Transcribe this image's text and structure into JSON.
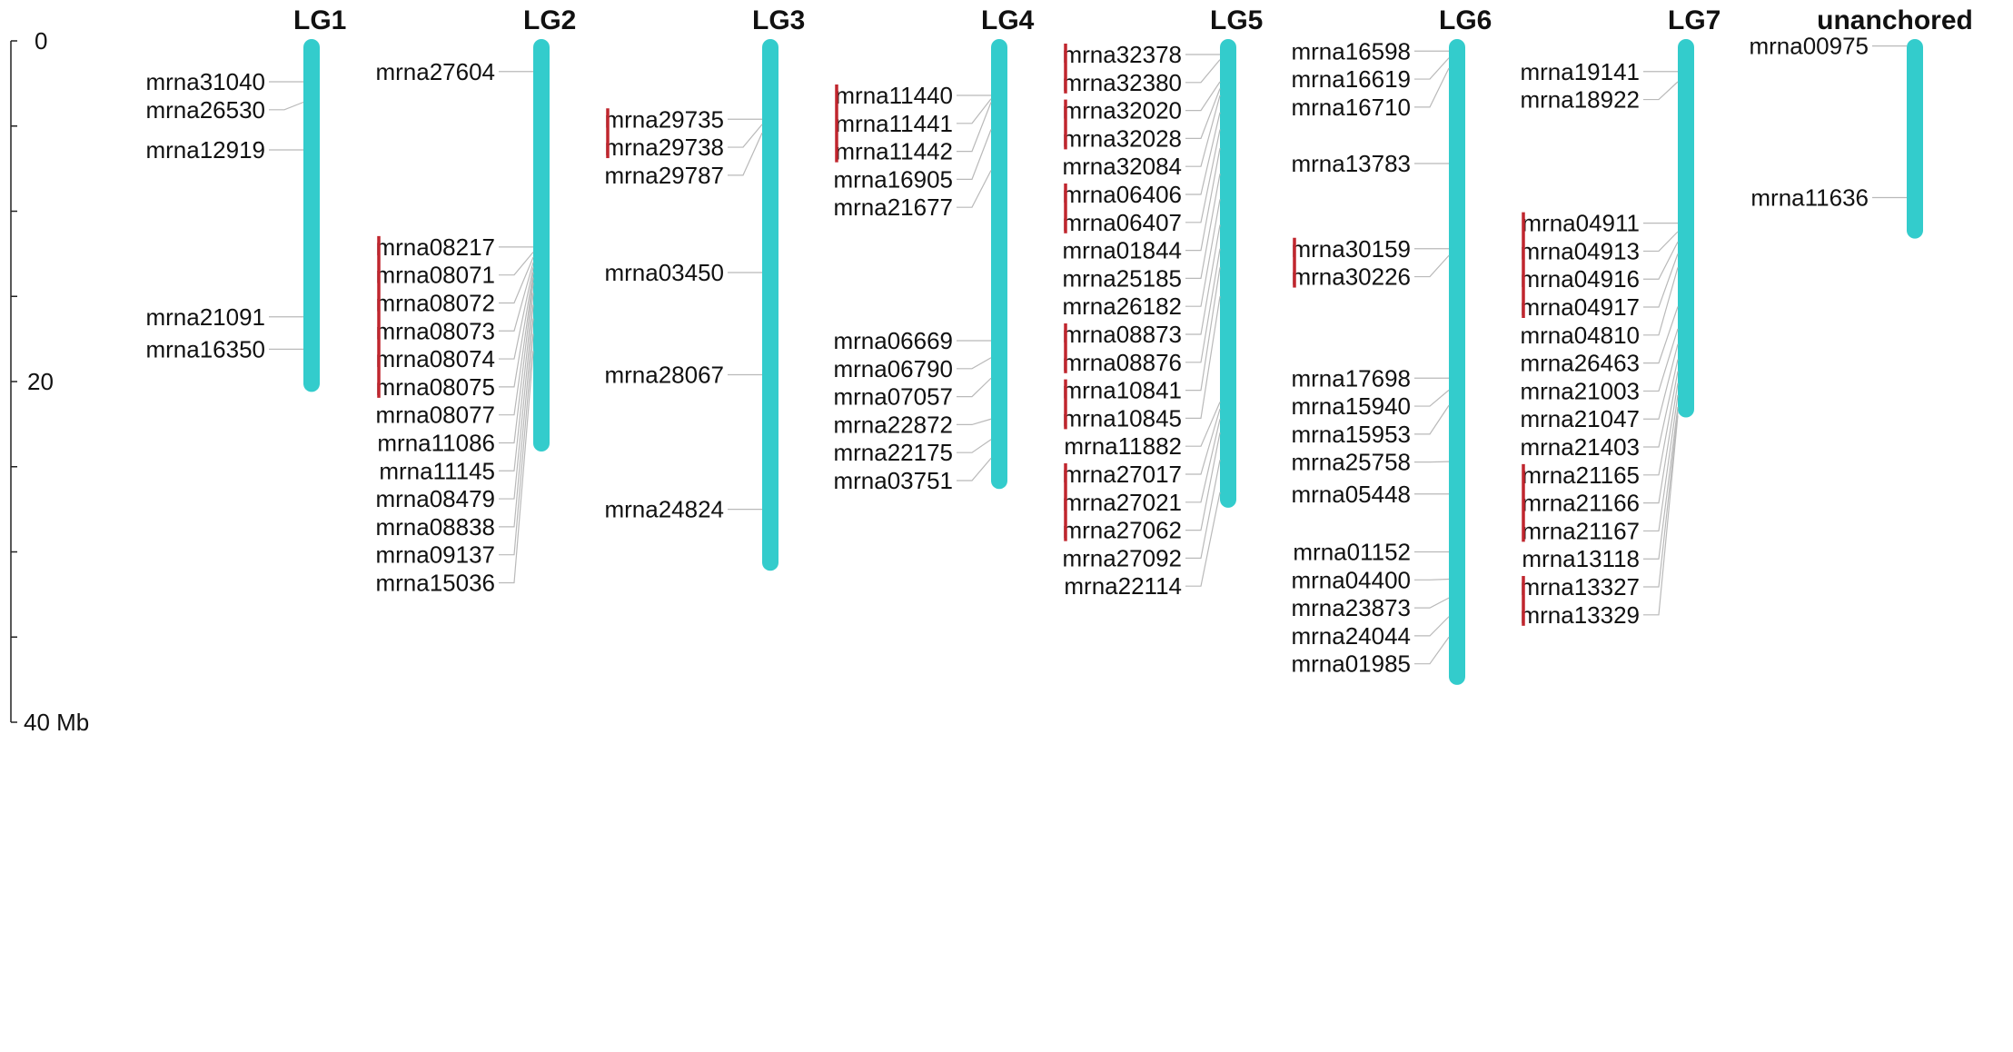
{
  "axis": {
    "ticks": [
      {
        "value": 0,
        "label": "0"
      },
      {
        "value": 20,
        "label": "20"
      },
      {
        "value": 40,
        "label": "40 Mb"
      }
    ],
    "minor_ticks": [
      5,
      10,
      15,
      25,
      30,
      35
    ],
    "range_mb": [
      0,
      40
    ]
  },
  "colors": {
    "chromosome": "#33cccc",
    "connector": "#b9b9b9",
    "cluster_bar": "#c0262e",
    "text": "#111111"
  },
  "linkage_groups": [
    {
      "name": "LG1",
      "length_mb": 20.5,
      "markers": [
        {
          "label": "mrna31040",
          "pos_mb": 2.4
        },
        {
          "label": "mrna26530",
          "pos_mb": 3.6
        },
        {
          "label": "mrna12919",
          "pos_mb": 6.4
        },
        {
          "label": "mrna21091",
          "pos_mb": 16.2
        },
        {
          "label": "mrna16350",
          "pos_mb": 18.1
        }
      ],
      "clusters": []
    },
    {
      "name": "LG2",
      "length_mb": 24.0,
      "markers": [
        {
          "label": "mrna27604",
          "pos_mb": 1.8
        },
        {
          "label": "mrna08217",
          "pos_mb": 12.1
        },
        {
          "label": "mrna08071",
          "pos_mb": 12.4
        },
        {
          "label": "mrna08072",
          "pos_mb": 12.7
        },
        {
          "label": "mrna08073",
          "pos_mb": 13.0
        },
        {
          "label": "mrna08074",
          "pos_mb": 13.3
        },
        {
          "label": "mrna08075",
          "pos_mb": 13.6
        },
        {
          "label": "mrna08077",
          "pos_mb": 13.9
        },
        {
          "label": "mrna11086",
          "pos_mb": 14.2
        },
        {
          "label": "mrna11145",
          "pos_mb": 14.8
        },
        {
          "label": "mrna08479",
          "pos_mb": 15.5
        },
        {
          "label": "mrna08838",
          "pos_mb": 16.3
        },
        {
          "label": "mrna09137",
          "pos_mb": 17.2
        },
        {
          "label": "mrna15036",
          "pos_mb": 18.2
        }
      ],
      "clusters": [
        [
          1,
          6
        ]
      ]
    },
    {
      "name": "LG3",
      "length_mb": 31.0,
      "markers": [
        {
          "label": "mrna29735",
          "pos_mb": 4.6
        },
        {
          "label": "mrna29738",
          "pos_mb": 4.9
        },
        {
          "label": "mrna29787",
          "pos_mb": 5.4
        },
        {
          "label": "mrna03450",
          "pos_mb": 13.6
        },
        {
          "label": "mrna28067",
          "pos_mb": 19.6
        },
        {
          "label": "mrna24824",
          "pos_mb": 27.5
        }
      ],
      "clusters": [
        [
          0,
          1
        ]
      ]
    },
    {
      "name": "LG4",
      "length_mb": 26.2,
      "markers": [
        {
          "label": "mrna11440",
          "pos_mb": 3.2
        },
        {
          "label": "mrna11441",
          "pos_mb": 3.4
        },
        {
          "label": "mrna11442",
          "pos_mb": 3.6
        },
        {
          "label": "mrna16905",
          "pos_mb": 5.2
        },
        {
          "label": "mrna21677",
          "pos_mb": 7.6
        },
        {
          "label": "mrna06669",
          "pos_mb": 17.6
        },
        {
          "label": "mrna06790",
          "pos_mb": 18.6
        },
        {
          "label": "mrna07057",
          "pos_mb": 19.8
        },
        {
          "label": "mrna22872",
          "pos_mb": 22.2
        },
        {
          "label": "mrna22175",
          "pos_mb": 23.4
        },
        {
          "label": "mrna03751",
          "pos_mb": 24.5
        }
      ],
      "clusters": [
        [
          0,
          2
        ]
      ]
    },
    {
      "name": "LG5",
      "length_mb": 27.3,
      "markers": [
        {
          "label": "mrna32378",
          "pos_mb": 0.8
        },
        {
          "label": "mrna32380",
          "pos_mb": 1.1
        },
        {
          "label": "mrna32020",
          "pos_mb": 2.4
        },
        {
          "label": "mrna32028",
          "pos_mb": 2.8
        },
        {
          "label": "mrna32084",
          "pos_mb": 3.2
        },
        {
          "label": "mrna06406",
          "pos_mb": 4.2
        },
        {
          "label": "mrna06407",
          "pos_mb": 5.2
        },
        {
          "label": "mrna01844",
          "pos_mb": 6.3
        },
        {
          "label": "mrna25185",
          "pos_mb": 7.8
        },
        {
          "label": "mrna26182",
          "pos_mb": 9.3
        },
        {
          "label": "mrna08873",
          "pos_mb": 10.8
        },
        {
          "label": "mrna08876",
          "pos_mb": 12.2
        },
        {
          "label": "mrna10841",
          "pos_mb": 13.3
        },
        {
          "label": "mrna10845",
          "pos_mb": 15.0
        },
        {
          "label": "mrna11882",
          "pos_mb": 21.2
        },
        {
          "label": "mrna27017",
          "pos_mb": 21.6
        },
        {
          "label": "mrna27021",
          "pos_mb": 22.2
        },
        {
          "label": "mrna27062",
          "pos_mb": 23.0
        },
        {
          "label": "mrna27092",
          "pos_mb": 24.6
        },
        {
          "label": "mrna22114",
          "pos_mb": 26.5
        }
      ],
      "clusters": [
        [
          0,
          1
        ],
        [
          2,
          3
        ],
        [
          5,
          6
        ],
        [
          10,
          11
        ],
        [
          12,
          13
        ],
        [
          15,
          17
        ]
      ]
    },
    {
      "name": "LG6",
      "length_mb": 37.7,
      "markers": [
        {
          "label": "mrna16598",
          "pos_mb": 0.6
        },
        {
          "label": "mrna16619",
          "pos_mb": 1.0
        },
        {
          "label": "mrna16710",
          "pos_mb": 1.6
        },
        {
          "label": "mrna13783",
          "pos_mb": 7.2
        },
        {
          "label": "mrna30159",
          "pos_mb": 12.2
        },
        {
          "label": "mrna30226",
          "pos_mb": 12.6
        },
        {
          "label": "mrna17698",
          "pos_mb": 19.8
        },
        {
          "label": "mrna15940",
          "pos_mb": 20.5
        },
        {
          "label": "mrna15953",
          "pos_mb": 21.4
        },
        {
          "label": "mrna25758",
          "pos_mb": 24.7
        },
        {
          "label": "mrna05448",
          "pos_mb": 26.6
        },
        {
          "label": "mrna01152",
          "pos_mb": 30.0
        },
        {
          "label": "mrna04400",
          "pos_mb": 31.6
        },
        {
          "label": "mrna23873",
          "pos_mb": 32.7
        },
        {
          "label": "mrna24044",
          "pos_mb": 33.8
        },
        {
          "label": "mrna01985",
          "pos_mb": 35.0
        }
      ],
      "clusters": [
        [
          4,
          5
        ]
      ]
    },
    {
      "name": "LG7",
      "length_mb": 22.0,
      "markers": [
        {
          "label": "mrna19141",
          "pos_mb": 1.8
        },
        {
          "label": "mrna18922",
          "pos_mb": 2.4
        },
        {
          "label": "mrna04911",
          "pos_mb": 10.7
        },
        {
          "label": "mrna04913",
          "pos_mb": 11.2
        },
        {
          "label": "mrna04916",
          "pos_mb": 11.8
        },
        {
          "label": "mrna04917",
          "pos_mb": 12.5
        },
        {
          "label": "mrna04810",
          "pos_mb": 13.3
        },
        {
          "label": "mrna26463",
          "pos_mb": 15.6
        },
        {
          "label": "mrna21003",
          "pos_mb": 16.9
        },
        {
          "label": "mrna21047",
          "pos_mb": 17.8
        },
        {
          "label": "mrna21403",
          "pos_mb": 18.7
        },
        {
          "label": "mrna21165",
          "pos_mb": 19.4
        },
        {
          "label": "mrna21166",
          "pos_mb": 20.1
        },
        {
          "label": "mrna21167",
          "pos_mb": 20.8
        },
        {
          "label": "mrna13118",
          "pos_mb": 21.5
        },
        {
          "label": "mrna13327",
          "pos_mb": 21.8
        },
        {
          "label": "mrna13329",
          "pos_mb": 22.0
        }
      ],
      "clusters": [
        [
          2,
          5
        ],
        [
          11,
          13
        ],
        [
          15,
          16
        ]
      ]
    },
    {
      "name": "unanchored",
      "length_mb": 11.5,
      "markers": [
        {
          "label": "mrna00975",
          "pos_mb": 0.3
        },
        {
          "label": "mrna11636",
          "pos_mb": 9.2
        }
      ],
      "clusters": []
    }
  ]
}
